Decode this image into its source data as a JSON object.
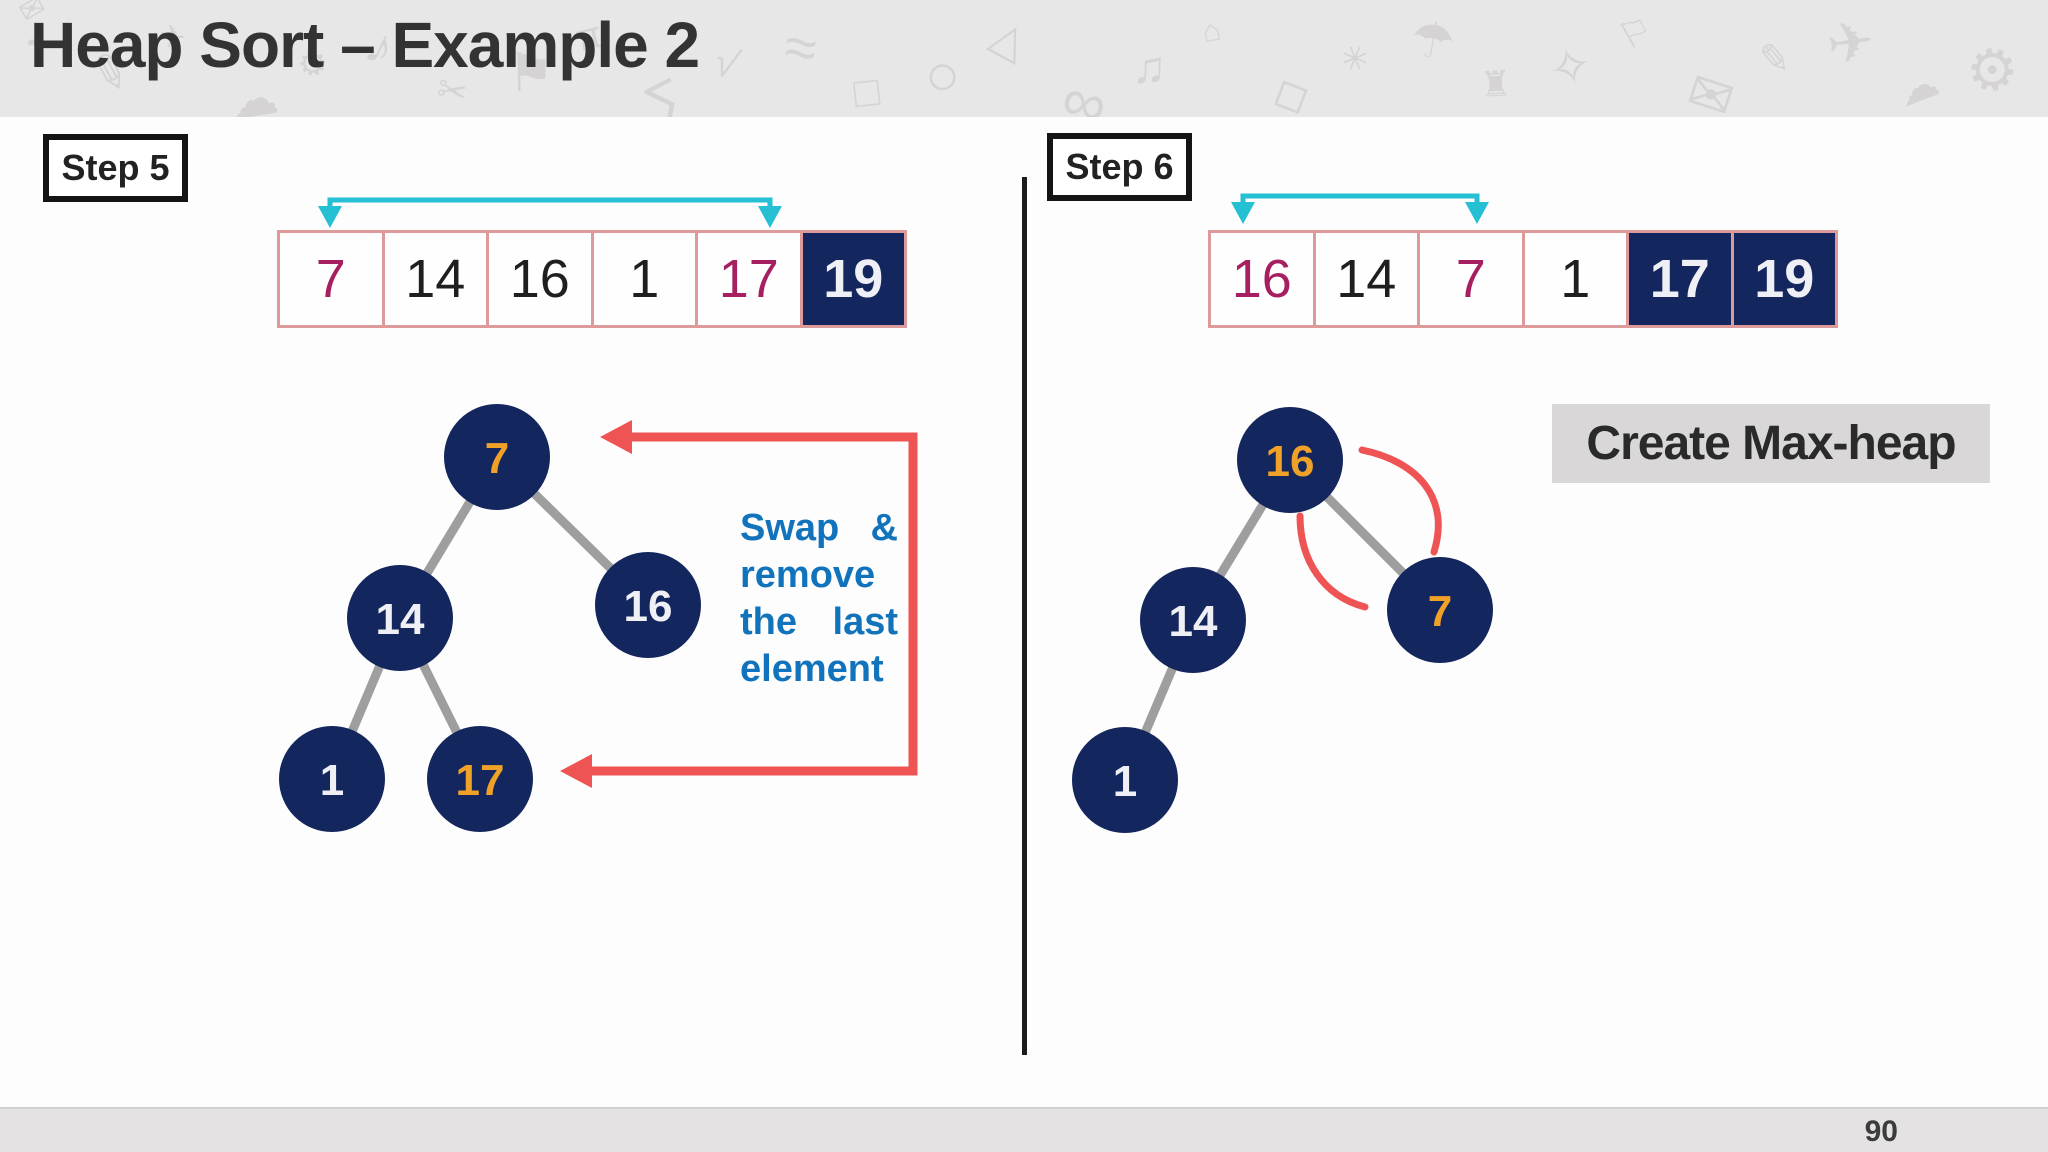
{
  "page": {
    "title": "Heap Sort – Example 2",
    "page_number": "90"
  },
  "colors": {
    "navy": "#14265e",
    "magenta": "#a61f60",
    "orange": "#f0a228",
    "red_arrow": "#ef5454",
    "cyan_arrow": "#25c0d4",
    "blue_text": "#1173bb",
    "cell_border": "#dc9a9a",
    "edge_gray": "#9e9e9e"
  },
  "header_doodle_icons": [
    "✉",
    "✎",
    "✈",
    "☁",
    "⚙",
    "♪",
    "✂",
    "⚑",
    "π",
    "∑",
    "√",
    "≈",
    "□",
    "○",
    "△",
    "∞",
    "♫",
    "⌂",
    "◇",
    "✳",
    "☂",
    "♜",
    "✧",
    "⚐"
  ],
  "step5": {
    "label": "Step 5",
    "array": {
      "cells": [
        {
          "value": "7",
          "text_style": "magenta",
          "filled": false
        },
        {
          "value": "14",
          "text_style": "dark",
          "filled": false
        },
        {
          "value": "16",
          "text_style": "dark",
          "filled": false
        },
        {
          "value": "1",
          "text_style": "dark",
          "filled": false
        },
        {
          "value": "17",
          "text_style": "magenta",
          "filled": false
        },
        {
          "value": "19",
          "text_style": "white",
          "filled": true
        }
      ]
    },
    "tree": {
      "nodes": [
        {
          "value": "7",
          "text_color": "orange"
        },
        {
          "value": "14",
          "text_color": "white"
        },
        {
          "value": "16",
          "text_color": "white"
        },
        {
          "value": "1",
          "text_color": "white"
        },
        {
          "value": "17",
          "text_color": "orange"
        }
      ]
    },
    "annotation": {
      "text": "Swap & remove the last element",
      "lines": [
        [
          "Swap",
          "&"
        ],
        [
          "remove"
        ],
        [
          "the",
          "last"
        ],
        [
          "element"
        ]
      ]
    }
  },
  "step6": {
    "label": "Step 6",
    "callout": "Create Max-heap",
    "array": {
      "cells": [
        {
          "value": "16",
          "text_style": "magenta",
          "filled": false
        },
        {
          "value": "14",
          "text_style": "dark",
          "filled": false
        },
        {
          "value": "7",
          "text_style": "magenta",
          "filled": false
        },
        {
          "value": "1",
          "text_style": "dark",
          "filled": false
        },
        {
          "value": "17",
          "text_style": "white",
          "filled": true
        },
        {
          "value": "19",
          "text_style": "white",
          "filled": true
        }
      ]
    },
    "tree": {
      "nodes": [
        {
          "value": "16",
          "text_color": "orange"
        },
        {
          "value": "14",
          "text_color": "white"
        },
        {
          "value": "7",
          "text_color": "orange"
        },
        {
          "value": "1",
          "text_color": "white"
        }
      ]
    }
  }
}
